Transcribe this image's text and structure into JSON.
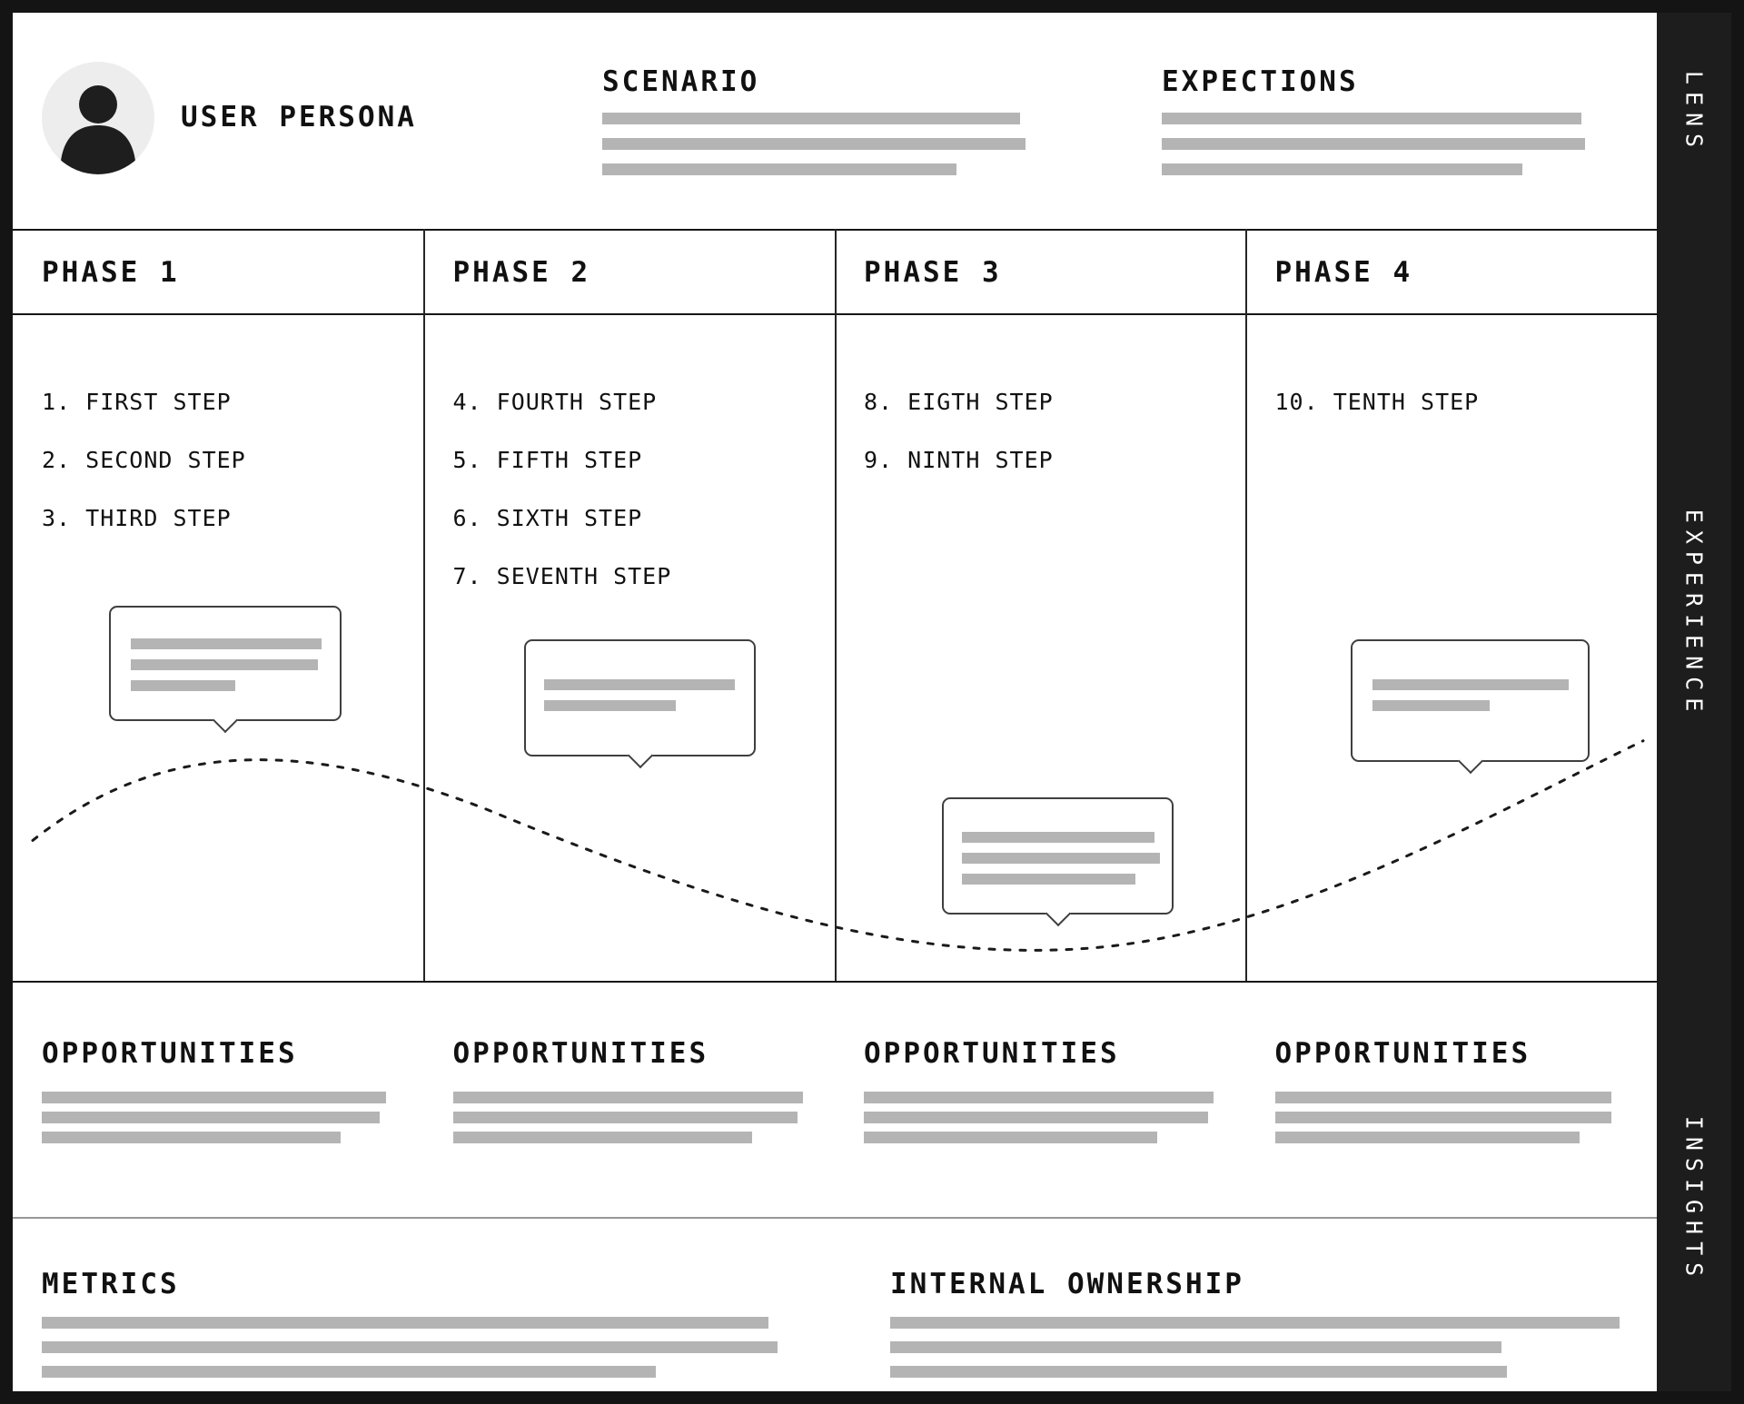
{
  "persona": {
    "label": "USER PERSONA"
  },
  "top": {
    "scenario_title": "SCENARIO",
    "expectations_title": "EXPECTIONS"
  },
  "rail": {
    "lens": "LENS",
    "experience": "EXPERIENCE",
    "insights": "INSIGHTS"
  },
  "phases": [
    {
      "title": "PHASE 1",
      "steps": [
        "1. FIRST STEP",
        "2. SECOND STEP",
        "3. THIRD STEP"
      ]
    },
    {
      "title": "PHASE 2",
      "steps": [
        "4. FOURTH STEP",
        "5. FIFTH STEP",
        "6. SIXTH STEP",
        "7. SEVENTH STEP"
      ]
    },
    {
      "title": "PHASE 3",
      "steps": [
        "8. EIGTH STEP",
        "9. NINTH STEP"
      ]
    },
    {
      "title": "PHASE 4",
      "steps": [
        "10. TENTH STEP"
      ]
    }
  ],
  "opportunities": {
    "title": "OPPORTUNITIES"
  },
  "bottom": {
    "metrics_title": "METRICS",
    "ownership_title": "INTERNAL OWNERSHIP"
  },
  "colors": {
    "bar": "#b4b4b4",
    "rail-bg": "#1d1d1d",
    "line": "#161616"
  }
}
